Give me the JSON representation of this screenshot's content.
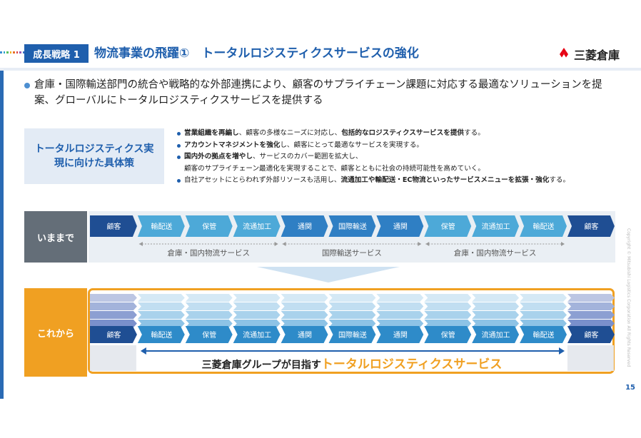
{
  "header": {
    "badge": "成長戦略 1",
    "title": "物流事業の飛躍①　トータルロジスティクスサービスの強化",
    "company": "三菱倉庫",
    "dot_colors": [
      "#3a8fd4",
      "#2aa7c7",
      "#5bbf5a",
      "#f0b21d",
      "#e8702a",
      "#d9454a",
      "#9b59b6",
      "#3a6fc4"
    ]
  },
  "intro": {
    "text": "倉庫・国際輸送部門の統合や戦略的な外部連携により、顧客のサプライチェーン課題に対応する最適なソリューションを提案、グローバルにトータルロジスティクスサービスを提供する"
  },
  "measures": {
    "title": "トータルロジスティクス実現に向けた具体策",
    "items": [
      {
        "parts": [
          "営業組織を再編し",
          "、顧客の多様なニーズに対応し、",
          "包括的なロジスティクスサービスを提供",
          "する。"
        ]
      },
      {
        "parts": [
          "アカウントマネジメントを強化",
          "し、顧客にとって最適なサービスを実現する。"
        ]
      },
      {
        "parts": [
          "国内外の拠点を増やし",
          "、サービスのカバー範囲を拡大し、"
        ]
      },
      {
        "parts": [
          "顧客のサプライチェーン最適化を実現することで、顧客とともに社会の持続可能性を高めていく。"
        ]
      },
      {
        "parts": [
          "自社アセットにとらわれず外部リソースも活用し、",
          "流通加工や輸配送・EC物流といったサービスメニューを拡張・強化",
          "する。"
        ]
      }
    ]
  },
  "before": {
    "label": "いままで",
    "steps": [
      "顧客",
      "輸配送",
      "保管",
      "流通加工",
      "通関",
      "国際輸送",
      "通関",
      "保管",
      "流通加工",
      "輸配送",
      "顧客"
    ],
    "segments": [
      "倉庫・国内物流サービス",
      "国際輸送サービス",
      "倉庫・国内物流サービス"
    ]
  },
  "after": {
    "label": "これから",
    "steps": [
      "顧客",
      "輸配送",
      "保管",
      "流通加工",
      "通関",
      "国際輸送",
      "通関",
      "保管",
      "流通加工",
      "輸配送",
      "顧客"
    ],
    "goal_prefix": "三菱倉庫グループが目指す",
    "goal_highlight": "トータルロジスティクスサービス"
  },
  "colors": {
    "brand": "#1f5fad",
    "accent": "#f0a022",
    "customer": "#1f4e93",
    "service": "#2e8bc9",
    "segment_label": "#555555"
  },
  "copyright": "Copyright © Mitsubishi Logistics Corporation All Rights Reserved",
  "page_number": "15"
}
